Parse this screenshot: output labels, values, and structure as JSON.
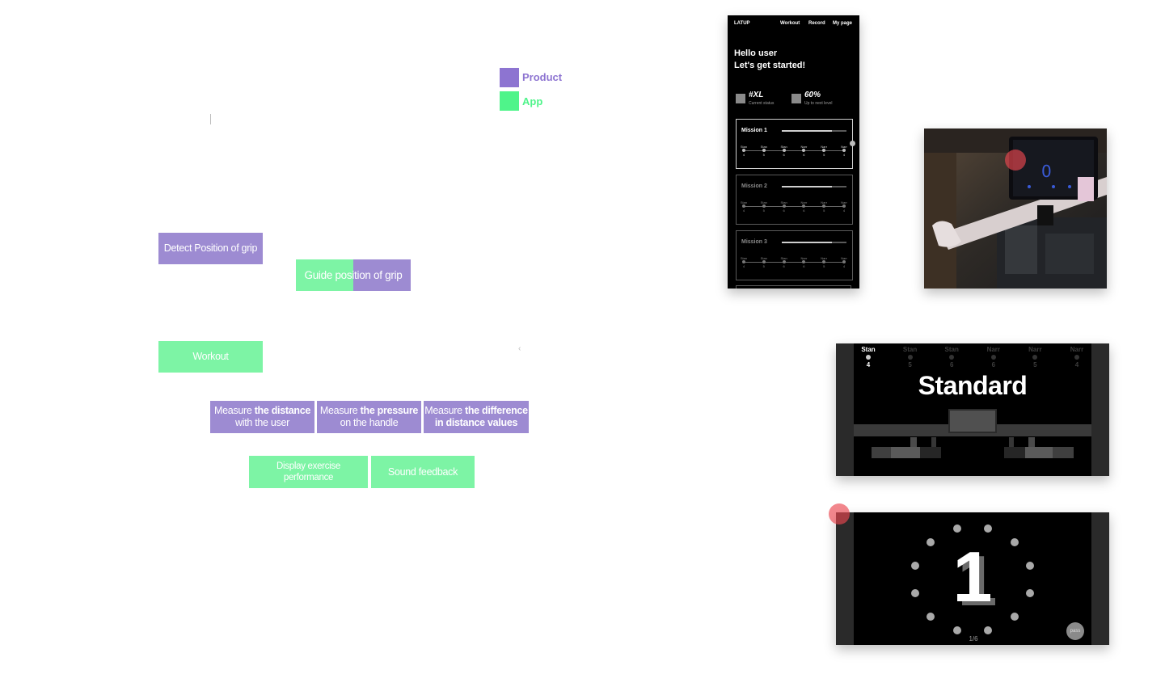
{
  "legend": {
    "items": [
      {
        "label": "Product",
        "color": "#8d74d1"
      },
      {
        "label": "App",
        "color": "#4ff48a"
      }
    ]
  },
  "diagram": {
    "detect_grip": "Detect Position of grip",
    "guide_grip": "Guide position of grip",
    "workout": "Workout",
    "measure_distance_a": "Measure ",
    "measure_distance_b": "the distance",
    "measure_distance_c": "with the user",
    "measure_pressure_a": "Measure ",
    "measure_pressure_b": "the pressure",
    "measure_pressure_c": "on the handle",
    "measure_difference_a": "Measure ",
    "measure_difference_b": "the difference",
    "measure_difference_c": "in distance values",
    "display_performance": "Display exercise performance",
    "sound_feedback": "Sound feedback",
    "arrow_glyph": "‹"
  },
  "phone": {
    "brand": "LATUP",
    "nav": [
      "Workout",
      "Record",
      "My page"
    ],
    "greeting_line1": "Hello user",
    "greeting_line2": "Let's get started!",
    "stats": [
      {
        "value": "#XL",
        "label": "Current status"
      },
      {
        "value": "60%",
        "label": "Up to next level"
      }
    ],
    "missions": [
      {
        "title": "Mission 1",
        "progress": 0.78
      },
      {
        "title": "Mission 2",
        "progress": 0.78
      },
      {
        "title": "Mission 3",
        "progress": 0.78
      }
    ],
    "steps": [
      {
        "name": "Stan",
        "num": "4"
      },
      {
        "name": "Stan",
        "num": "5"
      },
      {
        "name": "Stan",
        "num": "6"
      },
      {
        "name": "Narr",
        "num": "6"
      },
      {
        "name": "Narr",
        "num": "5"
      },
      {
        "name": "Narr",
        "num": "4"
      }
    ]
  },
  "standard_screen": {
    "title": "Standard",
    "steps": [
      {
        "name": "Stan",
        "num": "4"
      },
      {
        "name": "Stan",
        "num": "5"
      },
      {
        "name": "Stan",
        "num": "6"
      },
      {
        "name": "Narr",
        "num": "6"
      },
      {
        "name": "Narr",
        "num": "5"
      },
      {
        "name": "Narr",
        "num": "4"
      }
    ],
    "active_step": 0
  },
  "countdown_screen": {
    "number": "1",
    "page": "1/6",
    "pass_label": "pass"
  }
}
